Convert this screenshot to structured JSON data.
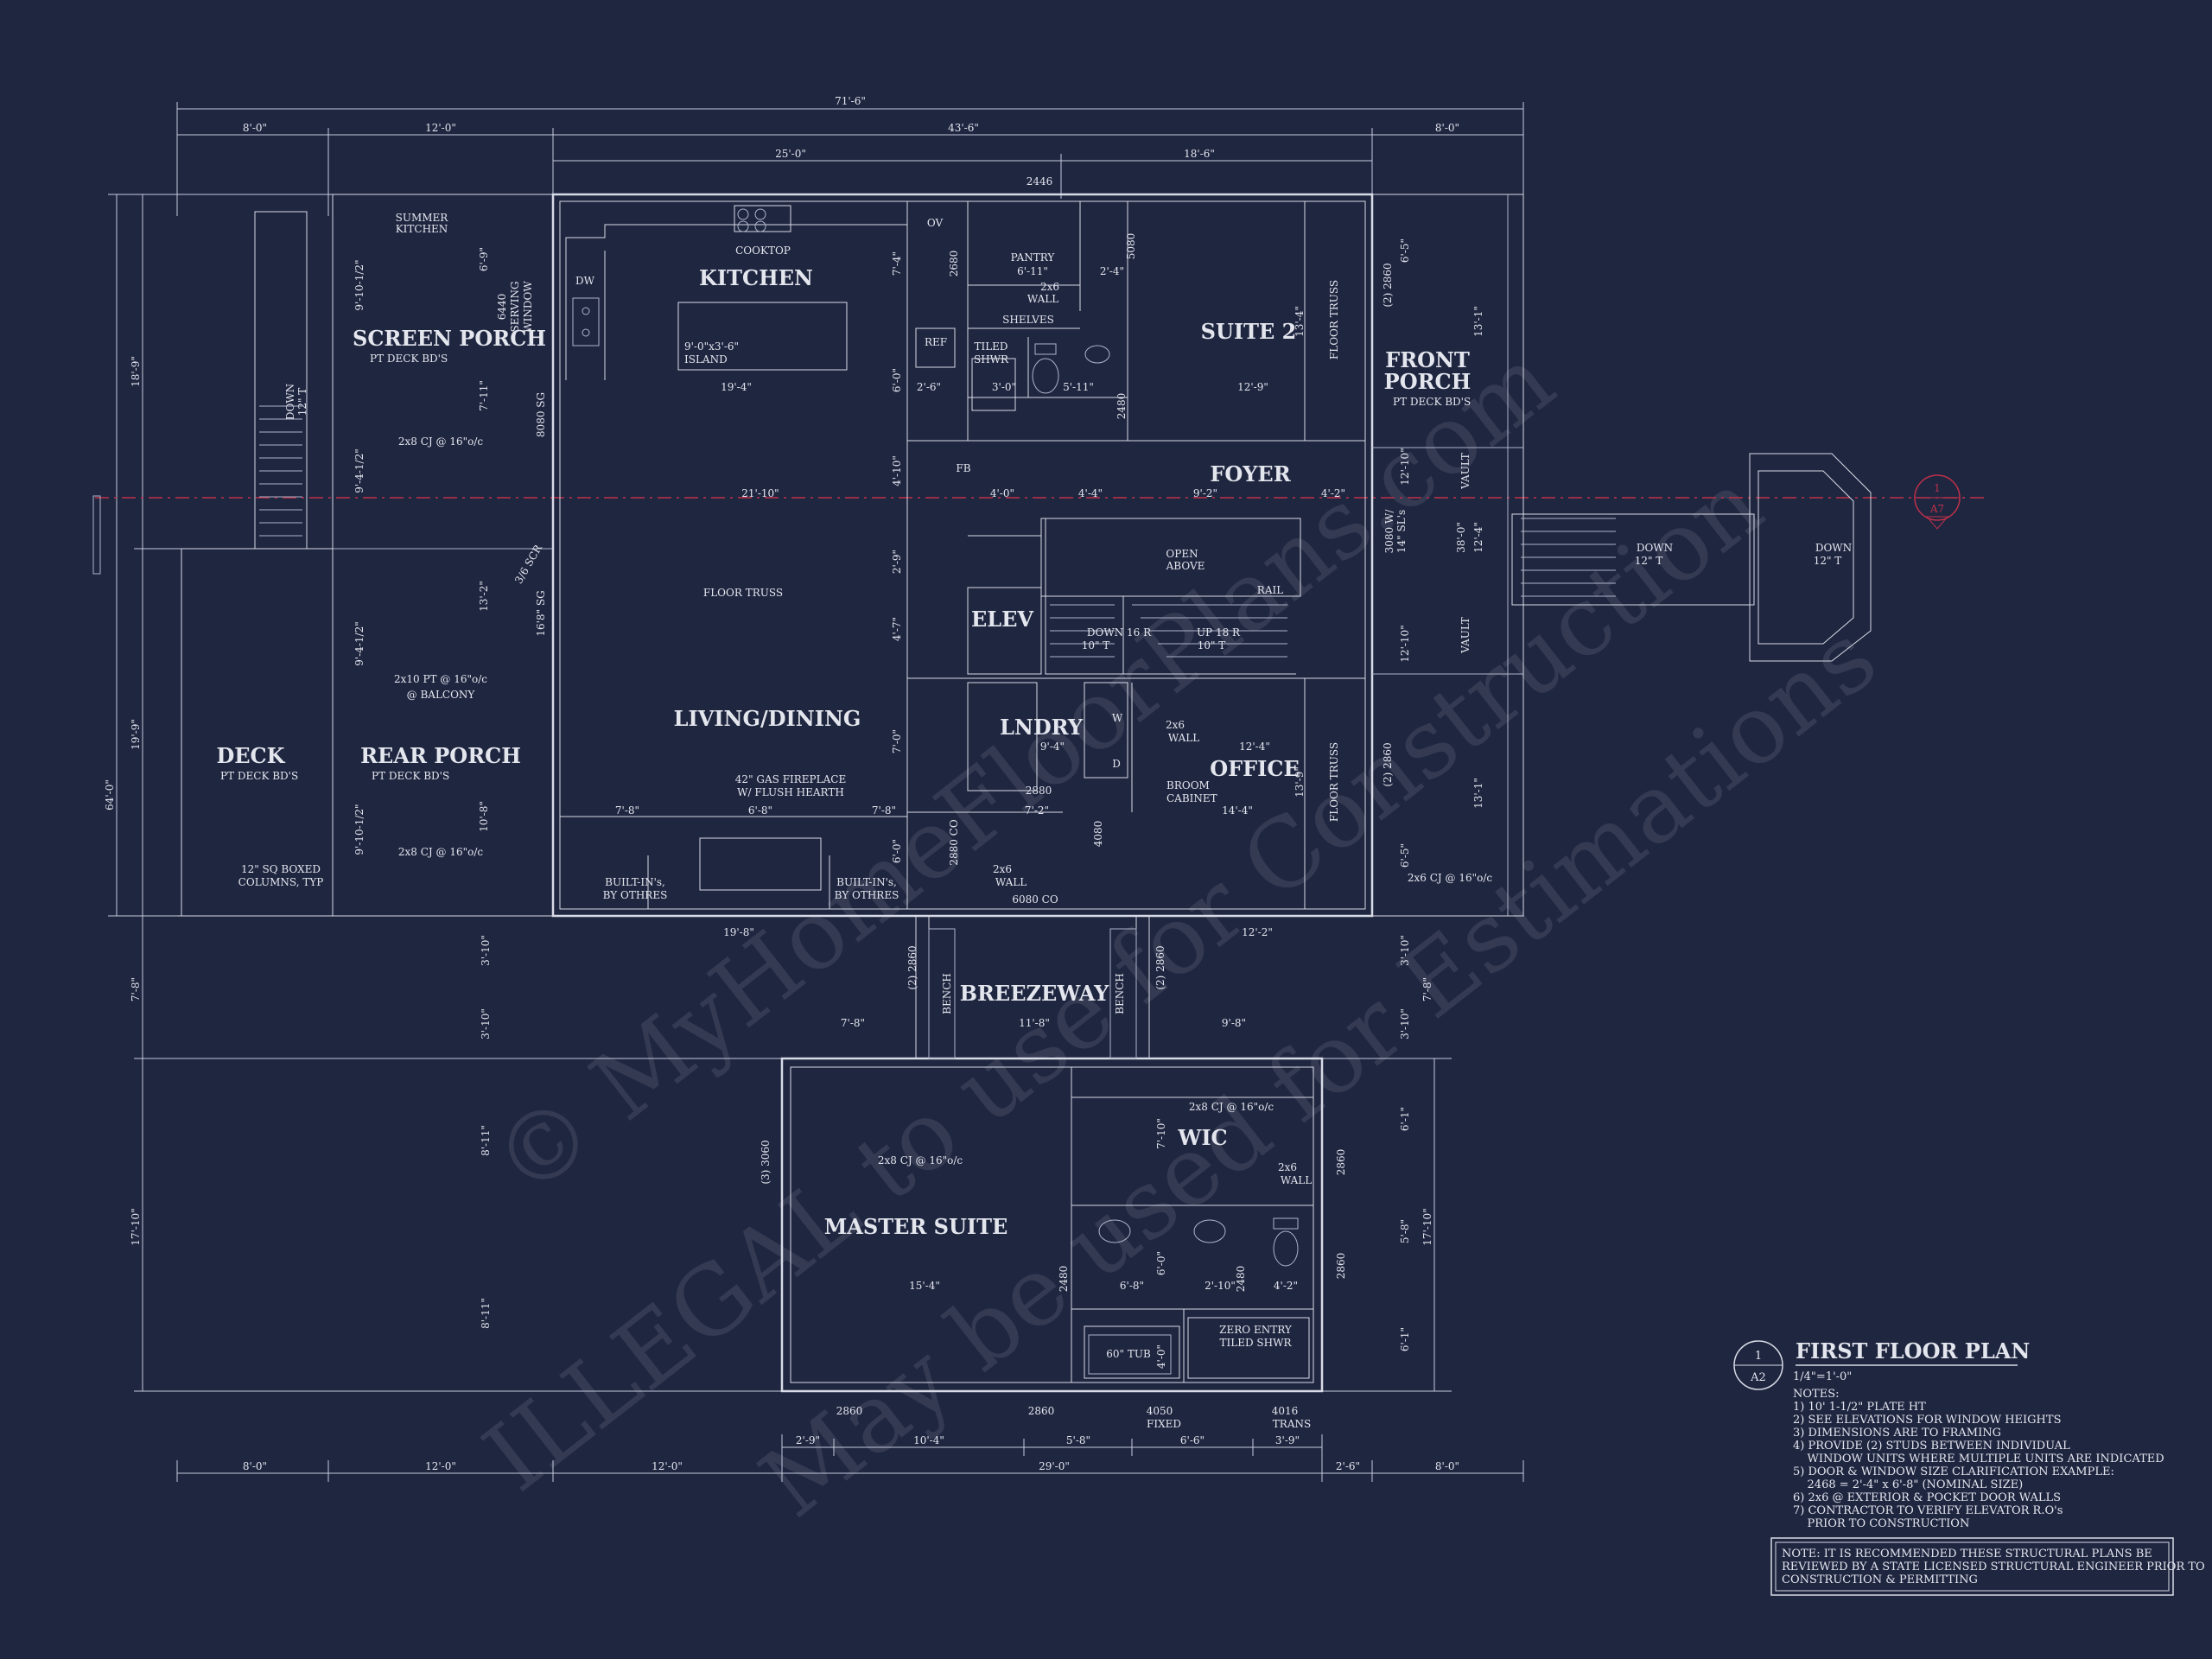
{
  "plan": {
    "title": "FIRST FLOOR PLAN",
    "scale": "1/4\"=1'-0\"",
    "bubble_num": "1",
    "bubble_sheet": "A2",
    "section_num": "1",
    "section_sheet": "A7",
    "notes_header": "NOTES:",
    "notes": [
      "1) 10' 1-1/2\" PLATE HT",
      "2) SEE ELEVATIONS FOR WINDOW HEIGHTS",
      "3) DIMENSIONS ARE TO FRAMING",
      "4) PROVIDE (2) STUDS BETWEEN INDIVIDUAL",
      "    WINDOW UNITS WHERE MULTIPLE UNITS ARE INDICATED",
      "5) DOOR & WINDOW SIZE CLARIFICATION EXAMPLE:",
      "    2468 = 2'-4\" x 6'-8\" (NOMINAL SIZE)",
      "6) 2x6 @ EXTERIOR & POCKET DOOR WALLS",
      "7) CONTRACTOR TO VERIFY ELEVATOR R.O's",
      "    PRIOR TO CONSTRUCTION"
    ],
    "box_note": [
      "NOTE: IT IS RECOMMENDED THESE STRUCTURAL PLANS BE",
      "REVIEWED BY A STATE LICENSED STRUCTURAL ENGINEER PRIOR TO",
      "CONSTRUCTION & PERMITTING"
    ]
  },
  "rooms": {
    "kitchen": "KITCHEN",
    "screen_porch": "SCREEN PORCH",
    "suite2": "SUITE 2",
    "front_porch_1": "FRONT",
    "front_porch_2": "PORCH",
    "foyer": "FOYER",
    "elev": "ELEV",
    "living": "LIVING/DINING",
    "lndry": "LNDRY",
    "office": "OFFICE",
    "deck": "DECK",
    "rear_porch": "REAR PORCH",
    "breezeway": "BREEZEWAY",
    "wic": "WIC",
    "master": "MASTER SUITE"
  },
  "labels": {
    "summer_kitchen_1": "SUMMER",
    "summer_kitchen_2": "KITCHEN",
    "cooktop": "COOKTOP",
    "ov": "OV",
    "dw": "DW",
    "pantry": "PANTRY",
    "pantry_dim": "6'-11\"",
    "shelves": "SHELVES",
    "wall_2x6": "2x6",
    "wall_txt": "WALL",
    "ref": "REF",
    "tiled_shwr_1": "TILED",
    "tiled_shwr_2": "SHWR",
    "island_1": "9'-0\"x3'-6\"",
    "island_2": "ISLAND",
    "pt_deck": "PT DECK BD'S",
    "serving_1": "6440",
    "serving_2": "SERVING",
    "serving_3": "WINDOW",
    "sg_8080": "8080 SG",
    "cj_2x8": "2x8 CJ @ 16\"o/c",
    "pt_2x10": "2x10 PT @ 16\"o/c",
    "balcony": "@ BALCONY",
    "floor_truss": "FLOOR TRUSS",
    "fb": "FB",
    "open_1": "OPEN",
    "open_2": "ABOVE",
    "rail": "RAIL",
    "down_16r": "DOWN 16 R",
    "up_18r": "UP 18 R",
    "t10": "10\" T",
    "fireplace_1": "42\" GAS FIREPLACE",
    "fireplace_2": "W/ FLUSH HEARTH",
    "builtins_1": "BUILT-IN's,",
    "builtins_2": "BY OTHRES",
    "broom_1": "BROOM",
    "broom_2": "CABINET",
    "boxed_1": "12\" SQ BOXED",
    "boxed_2": "COLUMNS, TYP",
    "down": "DOWN",
    "t12": "12\" T",
    "vault": "VAULT",
    "bench": "BENCH",
    "co_6080": "6080 CO",
    "co_2880": "2880 CO",
    "sg_3080": "3080 W/",
    "sls": "14\" SL's",
    "scr": "3/6 SCR",
    "sg_16": "16'8\" SG",
    "tub": "60\" TUB",
    "zero_1": "ZERO ENTRY",
    "zero_2": "TILED SHWR",
    "fixed": "FIXED",
    "trans": "TRANS",
    "w": "W",
    "dd": "D",
    "cj_2x6": "2x6 CJ @ 16\"o/c"
  },
  "dims": {
    "overall": "71'-6\"",
    "top_a": "8'-0\"",
    "top_b": "12'-0\"",
    "top_c": "43'-6\"",
    "top_d": "8'-0\"",
    "top_e": "25'-0\"",
    "top_f": "18'-6\"",
    "k_19_4": "19'-4\"",
    "k_12_9": "12'-9\"",
    "l_21_10": "21'-10\"",
    "f_4_0": "4'-0\"",
    "f_4_4": "4'-4\"",
    "f_9_2": "9'-2\"",
    "f_4_2": "4'-2\"",
    "o_12_4": "12'-4\"",
    "o_14_4": "14'-4\"",
    "l_7_8": "7'-8\"",
    "l_6_8": "6'-8\"",
    "l_7_8b": "7'-8\"",
    "l_7_2": "7'-2\"",
    "ln_9_4": "9'-4\"",
    "b_19_8": "19'-8\"",
    "b_12_2": "12'-2\"",
    "b_7_8": "7'-8\"",
    "b_11_8": "11'-8\"",
    "b_9_8": "9'-8\"",
    "m_15_4": "15'-4\"",
    "m_6_8": "6'-8\"",
    "m_2_10": "2'-10\"",
    "m_4_2": "4'-2\"",
    "bot_a": "8'-0\"",
    "bot_b": "12'-0\"",
    "bot_c": "12'-0\"",
    "bot_d": "29'-0\"",
    "bot_e": "2'-6\"",
    "bot_f": "8'-0\"",
    "bw_2_9": "2'-9\"",
    "bw_10_4": "10'-4\"",
    "bw_5_8": "5'-8\"",
    "bw_6_6": "6'-6\"",
    "bw_3_9": "3'-9\"",
    "left_18_9": "18'-9\"",
    "left_19_9": "19'-9\"",
    "left_64": "64'-0\"",
    "left_7_8": "7'-8\"",
    "left_17_10": "17'-10\"",
    "right_7_8": "7'-8\"",
    "right_17_10": "17'-10\"",
    "s_9_10": "9'-10-1/2\"",
    "s_9_4": "9'-4-1/2\"",
    "s_7_11": "7'-11\"",
    "s_6_9": "6'-9\"",
    "s_13_2": "13'-2\"",
    "s_10_8": "10'-8\"",
    "k_7_4": "7'-4\"",
    "k_6_0": "6'-0\"",
    "k_4_10": "4'-10\"",
    "k_2_9": "2'-9\"",
    "k_4_7": "4'-7\"",
    "k_7_0": "7'-0\"",
    "s2_13_4": "13'-4\"",
    "s2_13_1": "13'-1\"",
    "fp_12_10": "12'-10\"",
    "fp_12_4": "12'-4\"",
    "fp_38_0": "38'-0\"",
    "o_13_9": "13'-9\"",
    "o_13_1": "13'-1\"",
    "o_6_5": "6'-5\"",
    "o_6_5b": "6'-5\"",
    "ms_8_11": "8'-11\"",
    "ms_8_11b": "8'-11\"",
    "bz_3_10": "3'-10\"",
    "bz_3_10b": "3'-10\"",
    "rm_3_10": "3'-10\"",
    "rm_3_10b": "3'-10\"",
    "rm_6_1": "6'-1\"",
    "rm_5_8": "5'-8\"",
    "rm_6_1b": "6'-1\"",
    "w_7_10": "7'-10\"",
    "w_6_0": "6'-0\"",
    "w_4_0": "4'-0\"",
    "p_2_6": "2'-6\"",
    "p_3_0": "3'-0\"",
    "p_5_11": "5'-11\"",
    "p_2_4": "2'-4\""
  },
  "openings": {
    "o2446": "2446",
    "o2680": "2680",
    "o5080": "5080",
    "o2480": "2480",
    "o2860": "2860",
    "o3060": "3060",
    "o4050": "4050",
    "o4016": "4016",
    "o2880": "2880",
    "o4080": "4080",
    "o2_2860": "(2) 2860",
    "o3_3060": "(3) 3060"
  },
  "watermark": {
    "line1": "© MyHomeFloorPlans.com",
    "line2": "ILLEGAL to use for Construction",
    "line3": "May be used for Estimations"
  }
}
